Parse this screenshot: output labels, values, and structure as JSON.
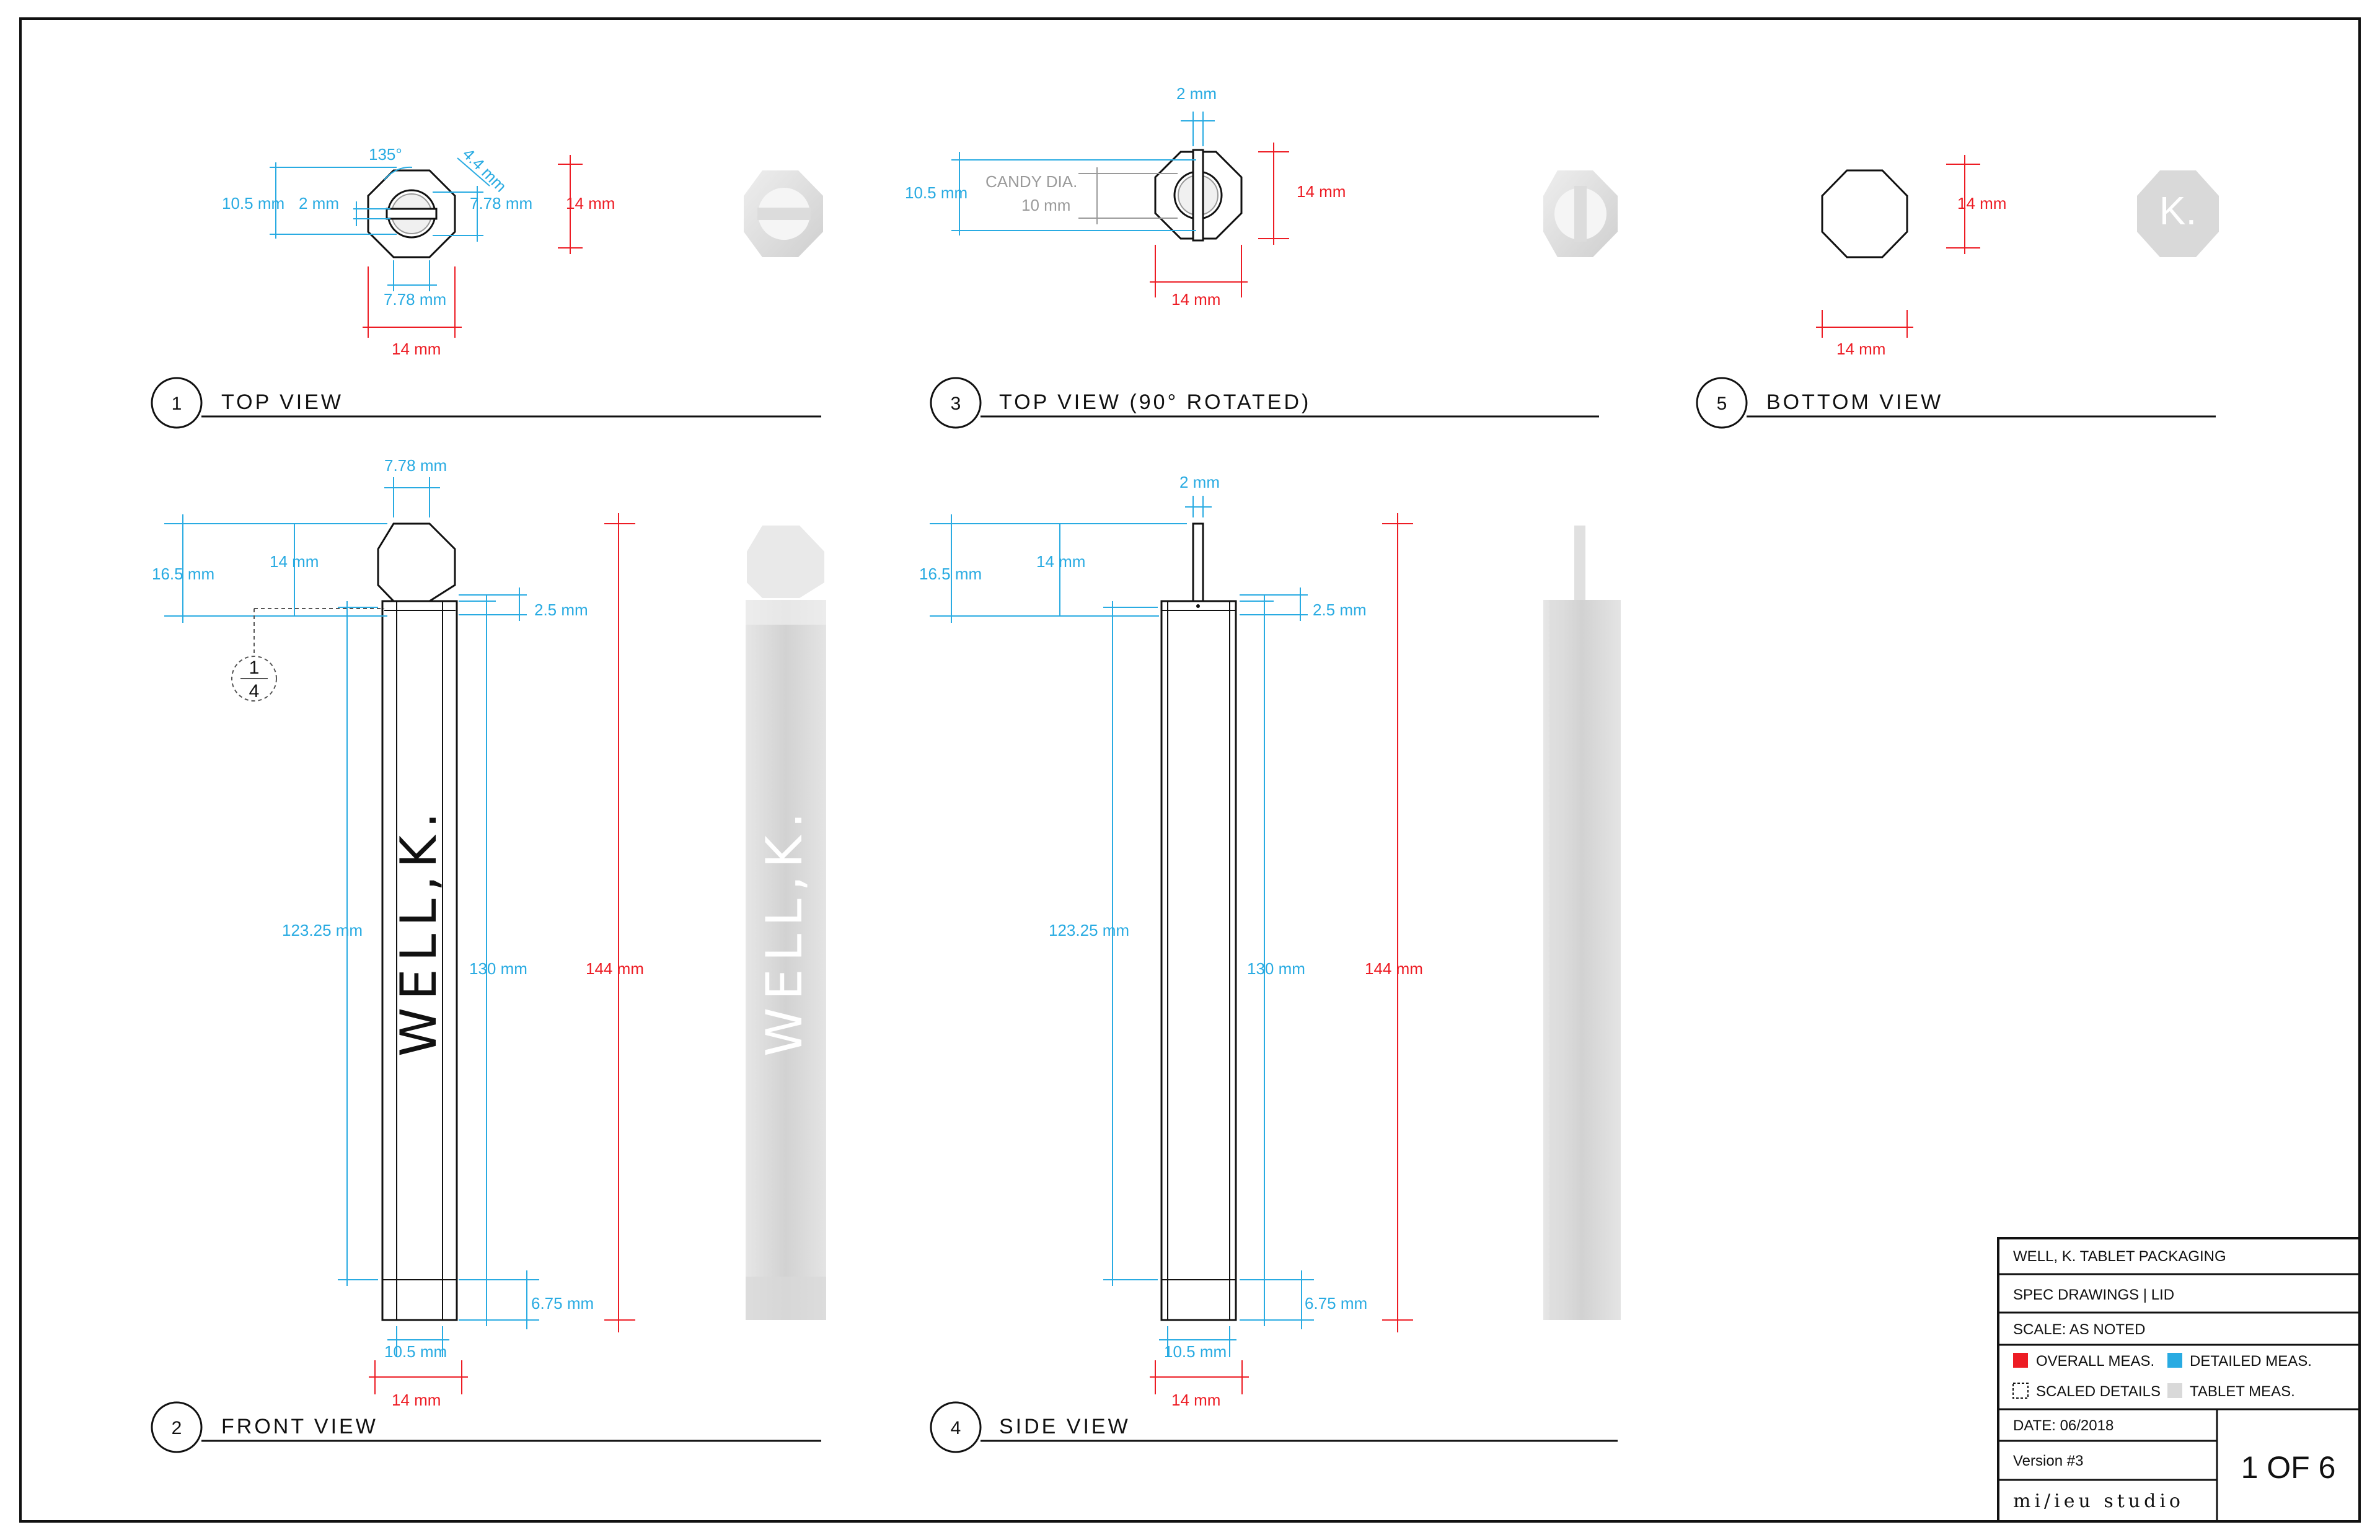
{
  "views": [
    {
      "number": "1",
      "title": "TOP VIEW"
    },
    {
      "number": "3",
      "title": "TOP VIEW (90° ROTATED)"
    },
    {
      "number": "5",
      "title": "BOTTOM VIEW"
    },
    {
      "number": "2",
      "title": "FRONT VIEW"
    },
    {
      "number": "4",
      "title": "SIDE VIEW"
    }
  ],
  "top_view": {
    "angle": "135°",
    "d_4_4": "4.4 mm",
    "d_10_5": "10.5 mm",
    "d_2": "2 mm",
    "d_7_78_right": "7.78 mm",
    "d_14_right": "14 mm",
    "d_7_78_bottom": "7.78 mm",
    "d_14_bottom": "14 mm"
  },
  "top_view_rotated": {
    "d_2": "2 mm",
    "d_10_5": "10.5 mm",
    "candy_label": "CANDY DIA.",
    "candy_value": "10 mm",
    "d_14_right": "14 mm",
    "d_14_bottom": "14 mm"
  },
  "bottom_view": {
    "d_14_right": "14 mm",
    "d_14_bottom": "14 mm",
    "logo_text": "K."
  },
  "front_view": {
    "d_7_78": "7.78 mm",
    "d_16_5": "16.5 mm",
    "d_14": "14 mm",
    "d_2_5": "2.5 mm",
    "detail_top": "1",
    "detail_bottom": "4",
    "d_123_25": "123.25 mm",
    "d_130": "130 mm",
    "d_144": "144 mm",
    "d_6_75": "6.75 mm",
    "d_10_5": "10.5 mm",
    "d_14_bottom": "14 mm",
    "brand_text": "WELL,K."
  },
  "side_view": {
    "d_2": "2 mm",
    "d_16_5": "16.5 mm",
    "d_14": "14 mm",
    "d_2_5": "2.5 mm",
    "d_123_25": "123.25 mm",
    "d_130": "130 mm",
    "d_144": "144 mm",
    "d_6_75": "6.75 mm",
    "d_10_5": "10.5 mm",
    "d_14_bottom": "14 mm"
  },
  "render_brand_text": "WELL,K.",
  "title_block": {
    "project": "WELL, K. TABLET PACKAGING",
    "sheet": "SPEC DRAWINGS | LID",
    "scale": "SCALE: AS NOTED",
    "legend_overall": "OVERALL MEAS.",
    "legend_detailed": "DETAILED MEAS.",
    "legend_scaled": "SCALED DETAILS",
    "legend_tablet": "TABLET MEAS.",
    "date": "DATE: 06/2018",
    "version": "Version #3",
    "studio": "mi/ieu studio",
    "page": "1 OF 6"
  },
  "colors": {
    "overall": "#ed1c24",
    "detailed": "#29abe2",
    "tablet": "#d9d9d9",
    "outline": "#111111"
  }
}
